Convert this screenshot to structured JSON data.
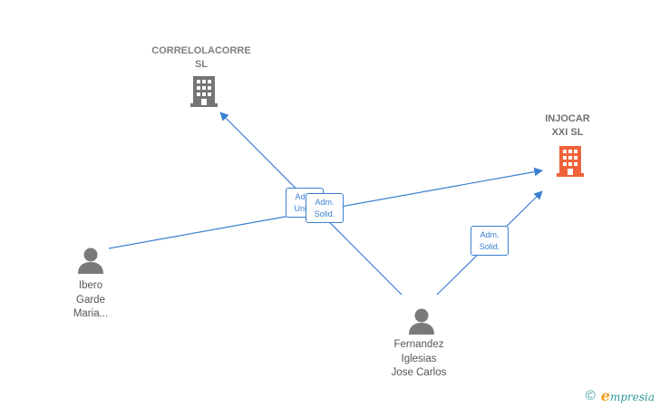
{
  "nodes": {
    "correlolacorre": {
      "label": "CORRELOLACORRE\nSL",
      "kind": "company",
      "color": "#757575"
    },
    "injocar": {
      "label": "INJOCAR\nXXI  SL",
      "kind": "company",
      "color": "#f0633a"
    },
    "ibero": {
      "label": "Ibero\nGarde\nMaria...",
      "kind": "person",
      "color": "#7a7a7a"
    },
    "fernandez": {
      "label": "Fernandez\nIglesias\nJose Carlos",
      "kind": "person",
      "color": "#7a7a7a"
    }
  },
  "edges": [
    {
      "from": "fernandez",
      "to": "correlolacorre",
      "label": "Adm.\nUnico"
    },
    {
      "from": "ibero",
      "to": "injocar",
      "label": "Adm.\nSolid."
    },
    {
      "from": "fernandez",
      "to": "injocar",
      "label": "Adm.\nSolid."
    }
  ],
  "colors": {
    "edge": "#3a7fd0"
  },
  "footer": {
    "copyright": "©",
    "brand_initial": "e",
    "brand_rest": "mpresia"
  }
}
